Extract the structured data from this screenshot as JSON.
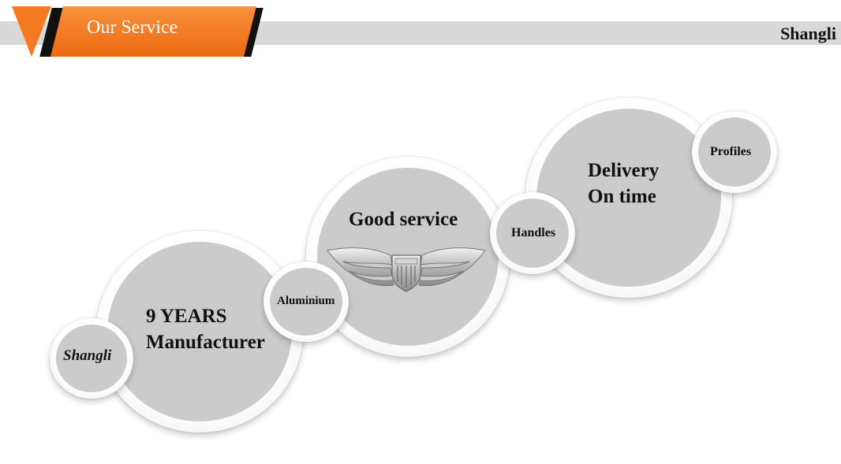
{
  "header": {
    "section_title": "Our Service",
    "brand": "Shangli"
  },
  "circles": {
    "manufacturer": {
      "line1": "9 YEARS",
      "line2": "Manufacturer"
    },
    "brand_small": "Shangli",
    "aluminium": "Aluminium",
    "good_service": "Good service",
    "handles": "Handles",
    "delivery": {
      "line1": "Delivery",
      "line2": "On time"
    },
    "profiles": "Profiles"
  },
  "emblem": "winged-shield-icon",
  "colors": {
    "accent": "#f47920",
    "bar": "#d9d9d9",
    "circle_fill": "#cbcbcb"
  }
}
